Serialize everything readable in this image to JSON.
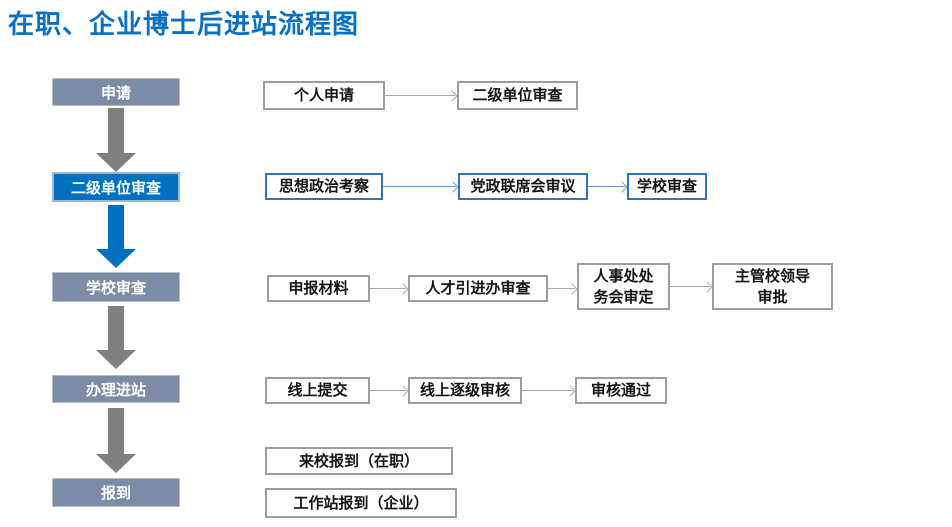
{
  "title": "在职、企业博士后进站流程图",
  "colors": {
    "title_blue": "#0a70c1",
    "accent_blue": "#0070c0",
    "stage_gray": "#7c8ca6",
    "block_arrow_gray": "#7f7f7f",
    "step_border_gray": "#9c9c9c",
    "step_border_blue": "#2e75b6",
    "connector_gray": "#a6a6a6",
    "connector_blue": "#5b9bd5"
  },
  "stages": [
    {
      "label": "申请",
      "variant": "gray"
    },
    {
      "label": "二级单位审查",
      "variant": "blue"
    },
    {
      "label": "学校审查",
      "variant": "gray"
    },
    {
      "label": "办理进站",
      "variant": "gray"
    },
    {
      "label": "报到",
      "variant": "gray"
    }
  ],
  "rows": [
    {
      "style": "gray",
      "steps": [
        "个人申请",
        "二级单位审查"
      ]
    },
    {
      "style": "blue",
      "steps": [
        "思想政治考察",
        "党政联席会审议",
        "学校审查"
      ]
    },
    {
      "style": "gray",
      "steps": [
        "申报材料",
        "人才引进办审查",
        "人事处处\n务会审定",
        "主管校领导\n审批"
      ]
    },
    {
      "style": "gray",
      "steps": [
        "线上提交",
        "线上逐级审核",
        "审核通过"
      ]
    },
    {
      "style": "gray",
      "steps": [
        "来校报到（在职）"
      ]
    },
    {
      "style": "gray",
      "steps": [
        "工作站报到（企业）"
      ]
    }
  ]
}
